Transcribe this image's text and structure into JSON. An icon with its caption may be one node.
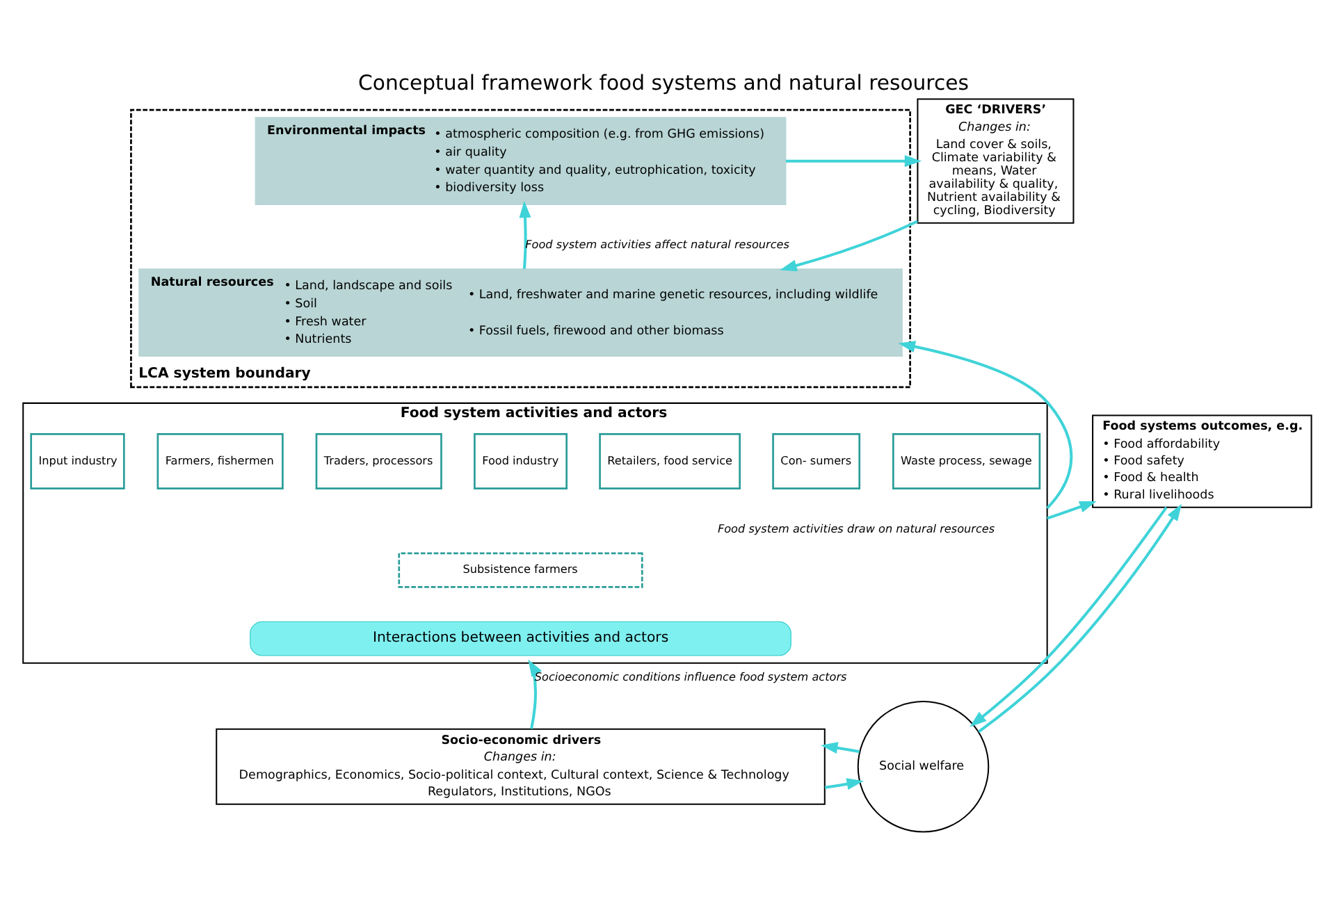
{
  "diagram": {
    "title": "Conceptual framework food systems and natural resources",
    "nodes": [
      {
        "text": [
          "LCA system boundary"
        ]
      },
      {
        "text": [
          "Environmental impacts",
          "• atmospheric composition (e.g. from GHG emissions)",
          "• air quality",
          "• water quantity and quality, eutrophication, toxicity",
          "• biodiversity loss"
        ],
        "in": 0
      },
      {
        "text": [
          "Natural resources",
          "• Land, landscape and soils",
          "• Soil",
          "• Fresh water",
          "• Nutrients",
          "• Land, freshwater and marine genetic resources, including wildlife",
          "• Fossil fuels, firewood and other biomass"
        ],
        "in": 0
      },
      {
        "text": [
          "Food system activities and actors"
        ]
      },
      {
        "text": [
          "Input industry"
        ],
        "in": 3
      },
      {
        "text": [
          "Farmers, fishermen"
        ],
        "in": 3
      },
      {
        "text": [
          "Traders, processors"
        ],
        "in": 3
      },
      {
        "text": [
          "Food industry"
        ],
        "in": 3
      },
      {
        "text": [
          "Retailers, food service"
        ],
        "in": 3
      },
      {
        "text": [
          "Subsistence farmers"
        ],
        "in": 3
      },
      {
        "text": [
          "Con- sumers"
        ],
        "in": 3
      },
      {
        "text": [
          "Waste process, sewage"
        ],
        "in": 3
      },
      {
        "text": [
          "Interactions between activities and actors"
        ],
        "in": 3
      },
      {
        "text": [
          "GEC ‘DRIVERS’",
          "Changes in:",
          "Land cover & soils, Climate variability & means, Water availability & quality, Nutrient availability & cycling, Biodiversity"
        ]
      },
      {
        "text": [
          "Food systems outcomes, e.g.",
          "• Food affordability",
          "• Food safety",
          "• Food & health",
          "• Rural livelihoods"
        ]
      },
      {
        "text": [
          "Socio-economic drivers",
          "Changes in:",
          "Demographics, Economics, Socio-political context, Cultural context, Science & Technology",
          "Regulators, Institutions, NGOs"
        ]
      },
      {
        "text": [
          "Social welfare"
        ]
      }
    ],
    "edges": [
      {
        "from": 2,
        "to": 1,
        "arrow": "to",
        "label": "Food system activities affect natural resources"
      },
      {
        "from": 3,
        "to": 2,
        "arrow": "to",
        "label": "Food system activities draw on natural resources"
      },
      {
        "from": 1,
        "to": 13,
        "arrow": "to"
      },
      {
        "from": 13,
        "to": 2,
        "arrow": "to"
      },
      {
        "from": 3,
        "to": 14,
        "arrow": "to"
      },
      {
        "from": 15,
        "to": 3,
        "arrow": "to",
        "label": "Socioeconomic conditions influence food system actors"
      },
      {
        "from": 16,
        "to": 14,
        "arrow": "to"
      },
      {
        "from": 14,
        "to": 16,
        "arrow": "to"
      },
      {
        "from": 15,
        "to": 16,
        "arrow": "to"
      },
      {
        "from": 16,
        "to": 15,
        "arrow": "to"
      }
    ]
  }
}
